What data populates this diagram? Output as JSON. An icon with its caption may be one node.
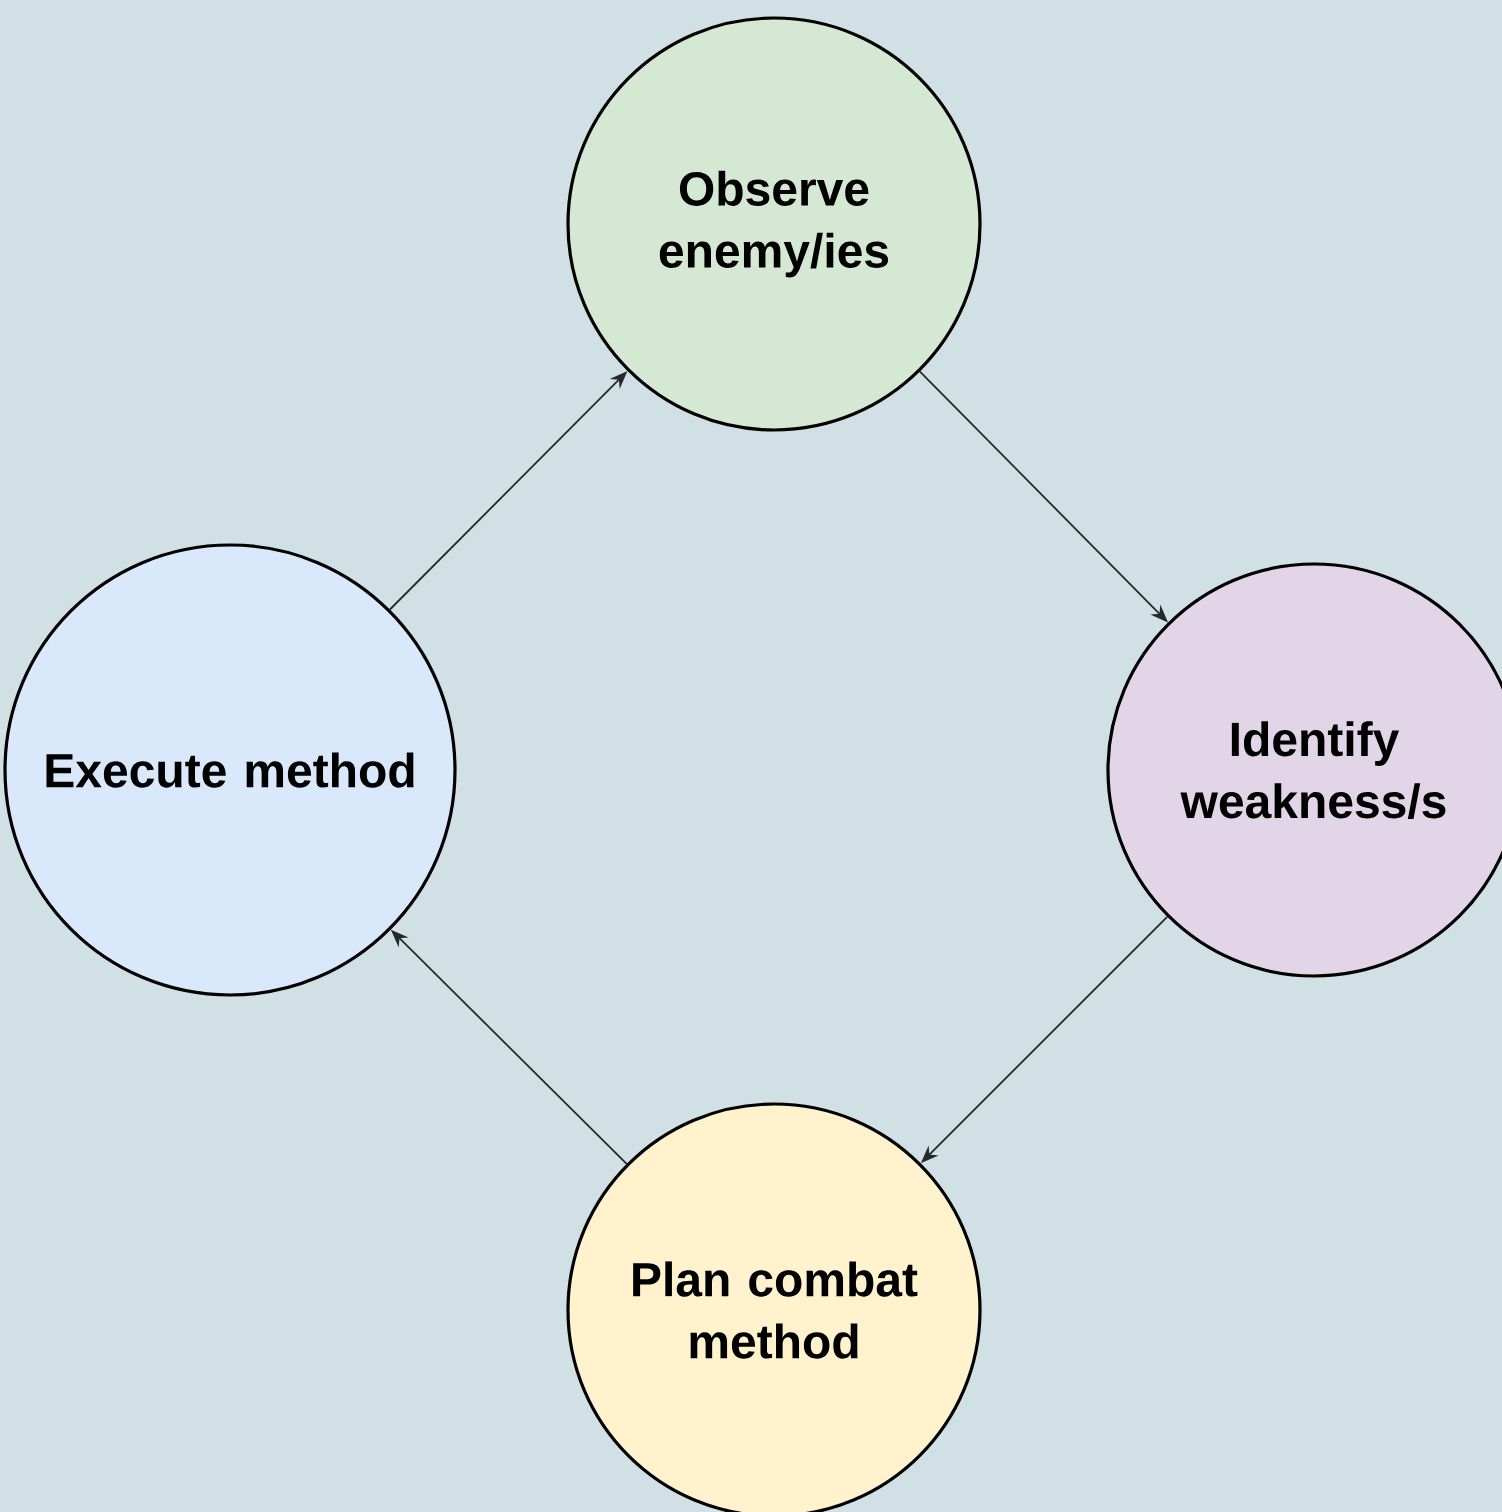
{
  "diagram": {
    "nodes": [
      {
        "text": [
          "Observe enemy/ies"
        ]
      },
      {
        "text": [
          "Execute method"
        ]
      },
      {
        "text": [
          "Identify weakness/s"
        ]
      },
      {
        "text": [
          "Plan combat method"
        ]
      }
    ],
    "edges": [
      {
        "from": 0,
        "to": 2,
        "arrow": "to"
      },
      {
        "from": 2,
        "to": 3,
        "arrow": "to"
      },
      {
        "from": 3,
        "to": 1,
        "arrow": "to"
      },
      {
        "from": 1,
        "to": 0,
        "arrow": "to"
      }
    ]
  }
}
